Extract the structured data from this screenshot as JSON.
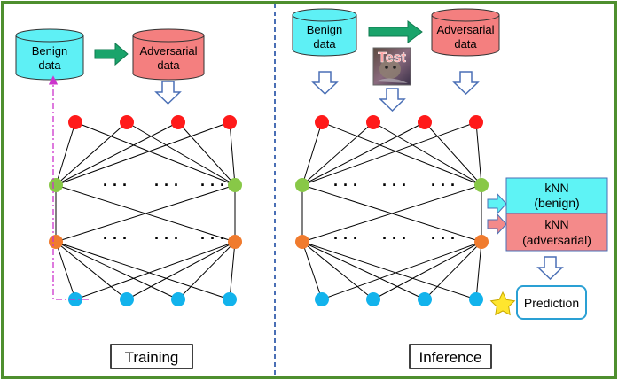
{
  "training": {
    "benign_label": [
      "Benign",
      "data"
    ],
    "adversarial_label": [
      "Adversarial",
      "data"
    ],
    "caption": "Training"
  },
  "inference": {
    "benign_label": [
      "Benign",
      "data"
    ],
    "adversarial_label": [
      "Adversarial",
      "data"
    ],
    "test_label": "Test",
    "knn_benign_label": [
      "kNN",
      "(benign)"
    ],
    "knn_adversarial_label": [
      "kNN",
      "(adversarial)"
    ],
    "prediction_label": "Prediction",
    "caption": "Inference"
  },
  "ellipsis": "· · ·",
  "colors": {
    "border": "#4e8f2e",
    "divider": "#4a6fb5",
    "cylinder_benign": "#5ef0f5",
    "cylinder_adversarial": "#f47f7f",
    "green_arrow": "#1aa46b",
    "red_node": "#ff1a1a",
    "green_node": "#88c847",
    "orange_node": "#f07b2e",
    "blue_node": "#12b3ec",
    "knn_benign_fill": "#5ef3f5",
    "knn_adversarial_fill": "#f48a8a",
    "prediction_border": "#2aa0d4",
    "star": "#ffe62e",
    "dashed_arrow": "#cc33cc"
  }
}
